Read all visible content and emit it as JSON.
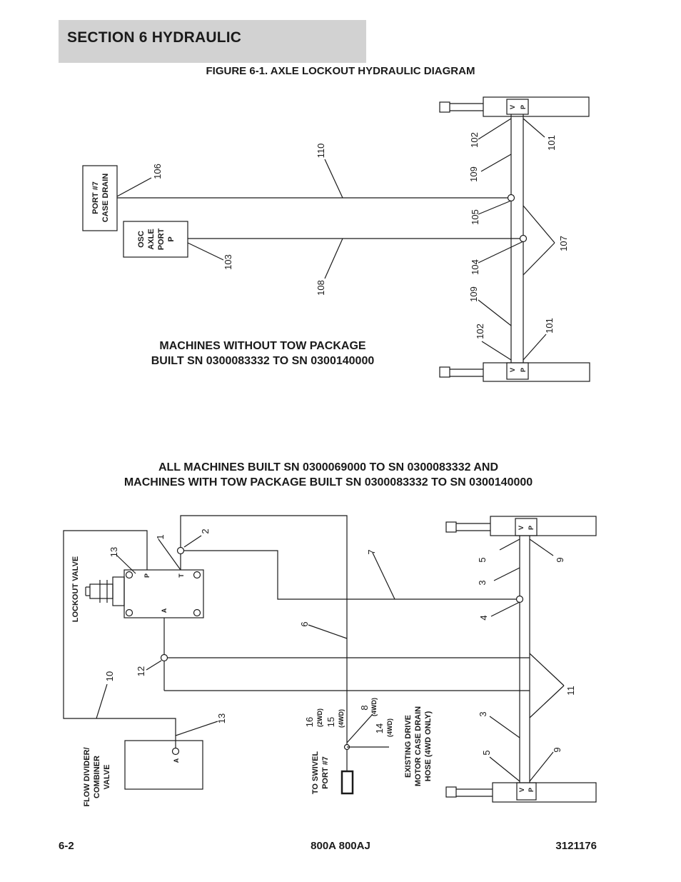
{
  "header": {
    "section_title": "SECTION 6   HYDRAULIC",
    "figure_title": "FIGURE 6-1. AXLE LOCKOUT HYDRAULIC DIAGRAM"
  },
  "upper_diagram": {
    "caption_line1": "MACHINES WITHOUT TOW PACKAGE",
    "caption_line2": "BUILT SN 0300083332 TO SN 0300140000",
    "box_case_drain_l1": "PORT #7",
    "box_case_drain_l2": "CASE DRAIN",
    "box_osc_l1": "OSC",
    "box_osc_l2": "AXLE",
    "box_osc_l3": "PORT",
    "box_osc_l4": "P",
    "cyl_port_v": "V",
    "cyl_port_p": "P",
    "callouts": {
      "c106": "106",
      "c110": "110",
      "c102a": "102",
      "c101a": "101",
      "c109a": "109",
      "c105": "105",
      "c107": "107",
      "c103": "103",
      "c108": "108",
      "c104": "104",
      "c109b": "109",
      "c102b": "102",
      "c101b": "101"
    }
  },
  "lower_diagram": {
    "caption_line1": "ALL MACHINES BUILT  SN 0300069000 TO SN 0300083332 AND",
    "caption_line2": "MACHINES WITH TOW PACKAGE BUILT SN 0300083332 TO SN 0300140000",
    "lockout_valve_label": "LOCKOUT VALVE",
    "valve_port_p": "P",
    "valve_port_t": "T",
    "valve_port_a": "A",
    "flow_divider_l1": "FLOW DIVIDER/",
    "flow_divider_l2": "COMBINER",
    "flow_divider_l3": "VALVE",
    "flow_divider_port_a": "A",
    "swivel_l1": "TO SWIVEL",
    "swivel_l2": "PORT #7",
    "drive_l1": "EXISTING DRIVE",
    "drive_l2": "MOTOR CASE DRAIN",
    "drive_l3": "HOSE (4WD ONLY)",
    "cyl_port_v": "V",
    "cyl_port_p": "P",
    "callouts": {
      "c1": "1",
      "c2": "2",
      "c13a": "13",
      "c7": "7",
      "c5a": "5",
      "c9a": "9",
      "c3a": "3",
      "c4": "4",
      "c6": "6",
      "c12": "12",
      "c10": "10",
      "c11": "11",
      "c13b": "13",
      "c16": "16",
      "c16_note": "(2WD)",
      "c15": "15",
      "c15_note": "(4WD)",
      "c8": "8",
      "c8_note": "(4WD)",
      "c14": "14",
      "c14_note": "(4WD)",
      "c3b": "3",
      "c5b": "5",
      "c9b": "9"
    }
  },
  "footer": {
    "page_number": "6-2",
    "model": "800A 800AJ",
    "doc_number": "3121176"
  }
}
